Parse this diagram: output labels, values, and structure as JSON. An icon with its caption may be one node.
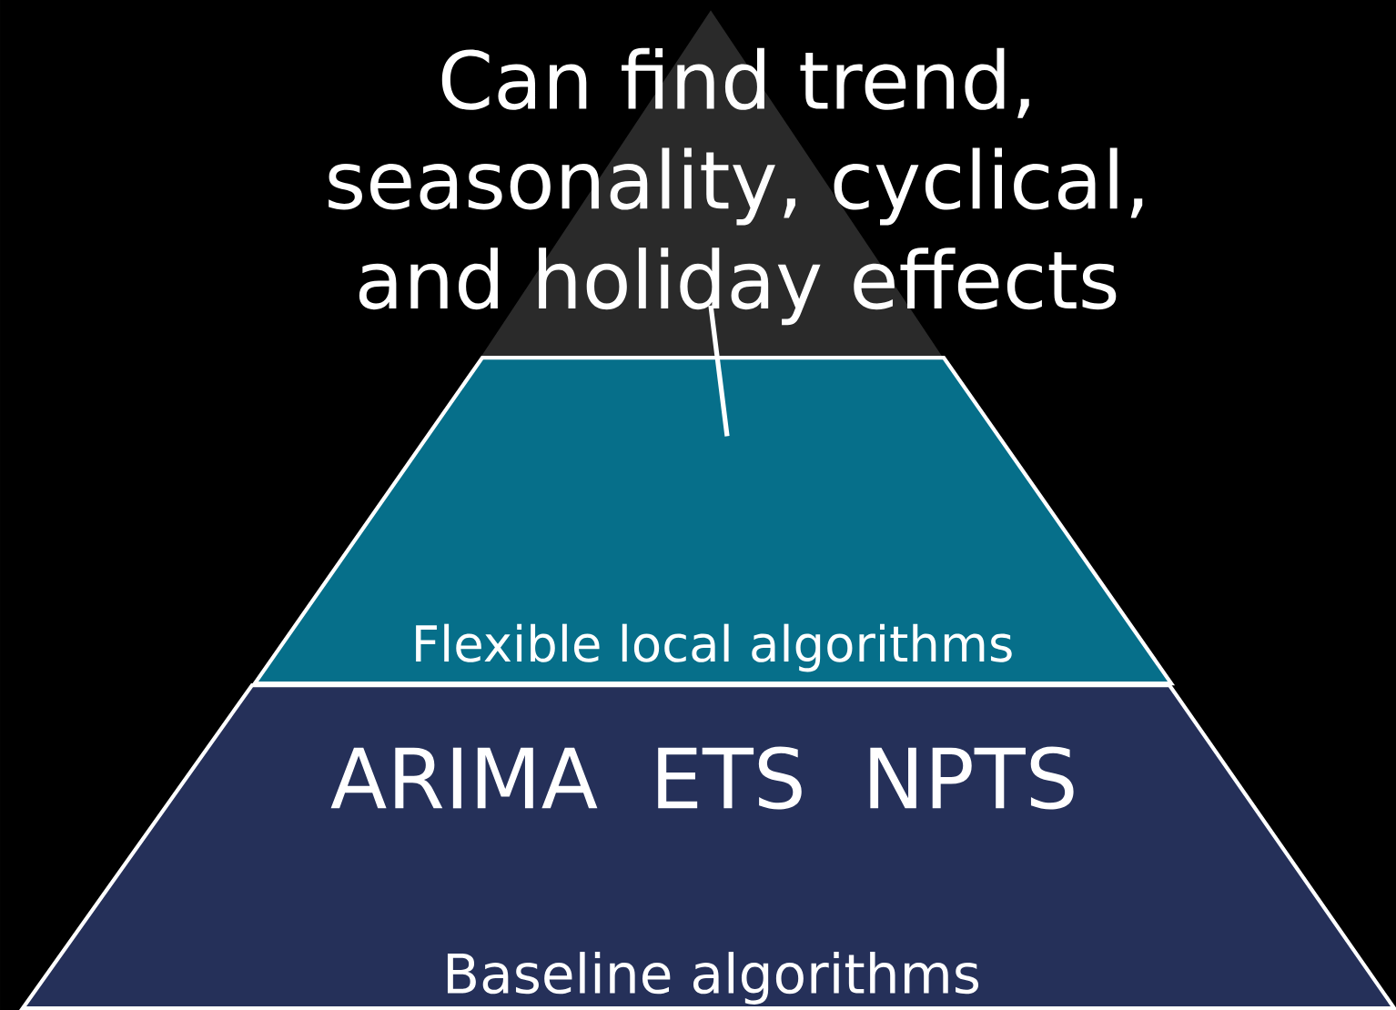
{
  "diagram": {
    "nodes": [
      {
        "text": [
          "Can find trend, seasonality, cyclical, and holiday effects"
        ]
      },
      {
        "text": [
          "Flexible local algorithms"
        ]
      },
      {
        "text": [
          "ARIMA",
          "ETS",
          "NPTS",
          "Baseline algorithms"
        ]
      }
    ],
    "edges": [
      {
        "from": 0,
        "to": 1,
        "arrow": "none"
      }
    ]
  }
}
